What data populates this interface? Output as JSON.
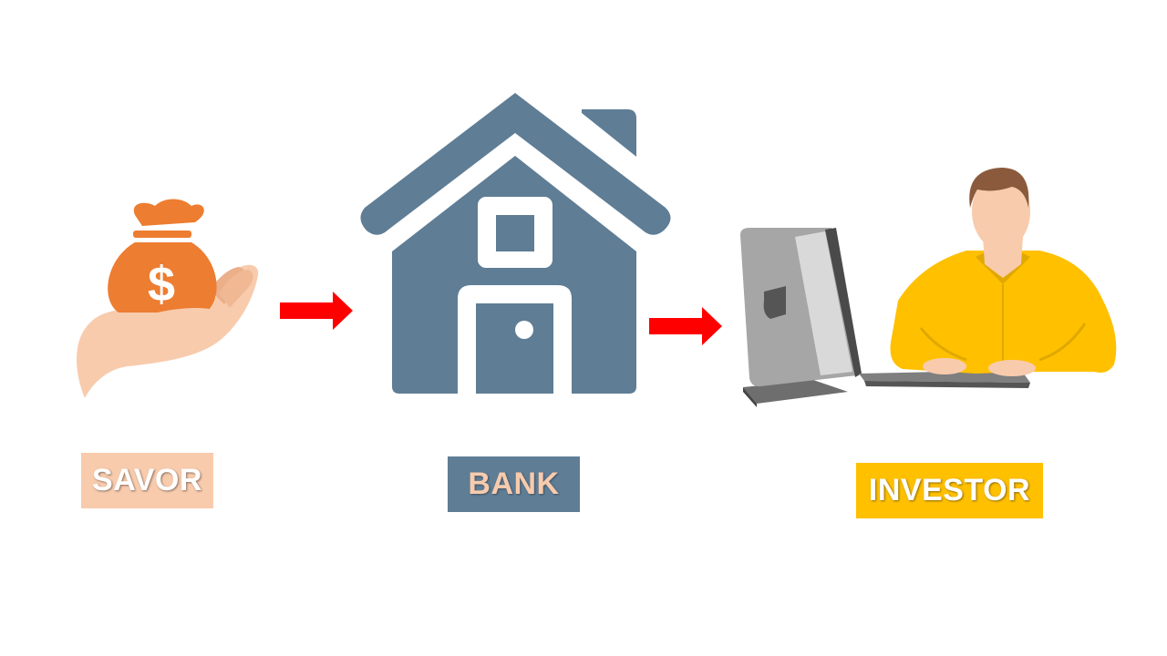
{
  "colors": {
    "savor_fill": "#F8CBAD",
    "bank_fill": "#5F7D95",
    "bank_text": "#F8CBAD",
    "investor_fill": "#FFC000",
    "arrow": "#FF0000",
    "moneybag": "#ED7D31"
  },
  "nodes": [
    {
      "id": "savor",
      "label": "SAVOR",
      "icon": "hand-money-bag-icon"
    },
    {
      "id": "bank",
      "label": "BANK",
      "icon": "house-icon"
    },
    {
      "id": "investor",
      "label": "INVESTOR",
      "icon": "man-at-computer-icon"
    }
  ],
  "edges": [
    {
      "from": "savor",
      "to": "bank"
    },
    {
      "from": "bank",
      "to": "investor"
    }
  ]
}
